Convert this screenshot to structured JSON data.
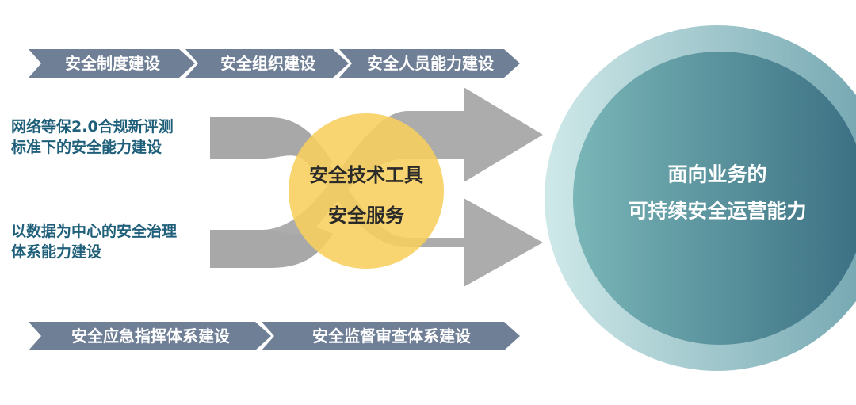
{
  "top_steps": [
    "安全制度建设",
    "安全组织建设",
    "安全人员能力建设"
  ],
  "bottom_steps": [
    "安全应急指挥体系建设",
    "安全监督审查体系建设"
  ],
  "left_inputs": [
    [
      "网络等保2.0合规新评测",
      "标准下的安全能力建设"
    ],
    [
      "以数据为中心的安全治理",
      "体系能力建设"
    ]
  ],
  "center_items": [
    "安全技术工具",
    "安全服务"
  ],
  "goal": [
    "面向业务的",
    "可持续安全运营能力"
  ],
  "colors": {
    "chevron": "#6f7f96",
    "arrow": "#a8a8a8",
    "center_circle": "#f7cf5c",
    "text_blue": "#1f5f7a",
    "circle_light": "#c7e6e6",
    "circle_dark": "#3c7585"
  }
}
